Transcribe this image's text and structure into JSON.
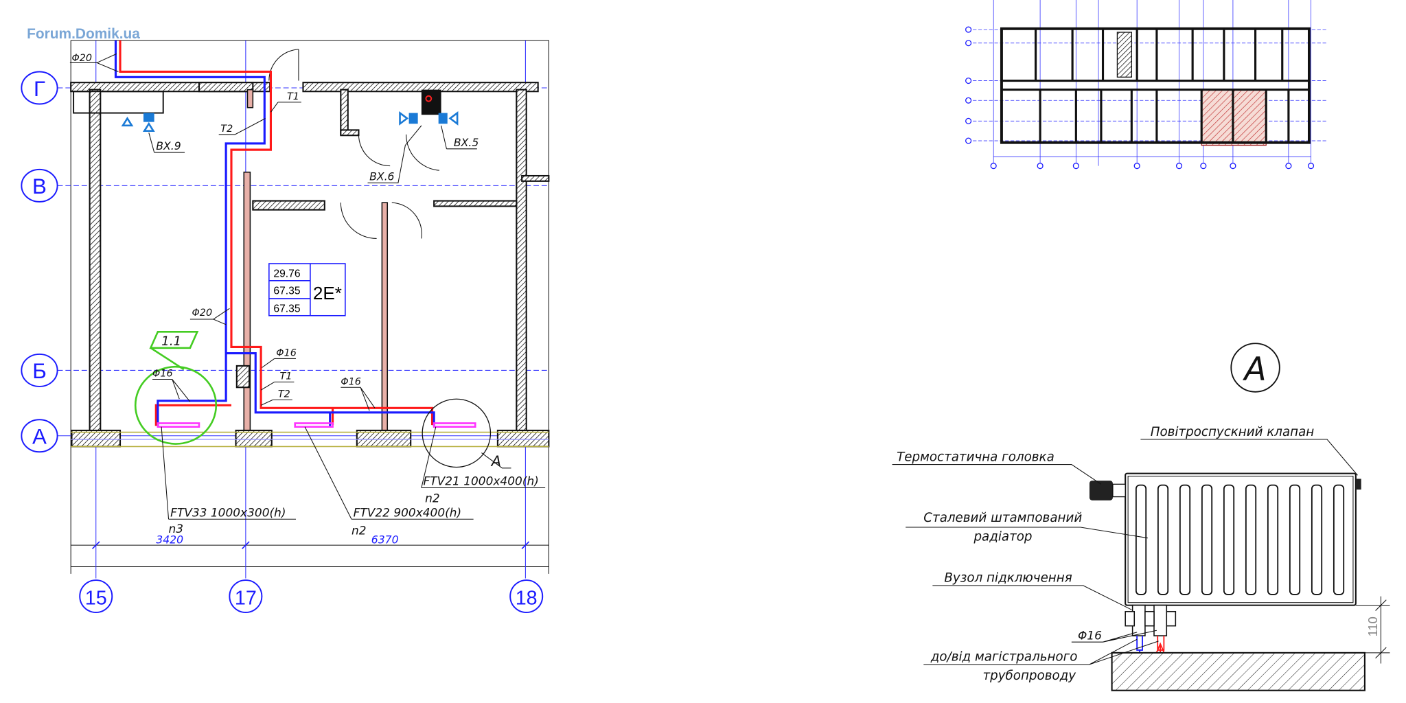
{
  "logo": "Forum.Domik.ua",
  "plan": {
    "row_axes": [
      "Г",
      "В",
      "Б",
      "А"
    ],
    "column_axes": [
      "15",
      "17",
      "18"
    ],
    "pipe_labels": {
      "d20_top": "Φ20",
      "t1_top": "T1",
      "t2_top": "T2",
      "d20_mid": "Φ20",
      "d16_mid": "Φ16",
      "t1_mid": "T1",
      "t2_mid": "T2",
      "d16_left": "Φ16",
      "d16_right": "Φ16"
    },
    "fixtures": {
      "bx9": "BX.9",
      "bx6": "BX.6",
      "bx5": "BX.5"
    },
    "room": {
      "values": [
        "29.76",
        "67.35",
        "67.35"
      ],
      "type": "2E*"
    },
    "zone_tag": "1.1",
    "callout": "A",
    "radiators": [
      {
        "model": "FTV33 1000x300(h)",
        "rows": "n3"
      },
      {
        "model": "FTV22 900x400(h)",
        "rows": "n2"
      },
      {
        "model": "FTV21 1000x400(h)",
        "rows": "n2"
      }
    ],
    "dimensions": [
      "3420",
      "6370"
    ]
  },
  "detail": {
    "title": "A",
    "labels": {
      "air_valve": "Повітроспускний клапан",
      "thermo_head": "Термостатична головка",
      "radiator_l1": "Сталевий штампований",
      "radiator_l2": "радіатор",
      "connection": "Вузол підключення",
      "pipe_d": "Φ16",
      "main_l1": "до/від магістрального",
      "main_l2": "трубопроводу"
    },
    "height_dim": "110"
  },
  "colors": {
    "supply": "#ff1a1a",
    "return": "#1a1aff",
    "radiator": "#ff33ff",
    "zone": "#44cc22"
  }
}
